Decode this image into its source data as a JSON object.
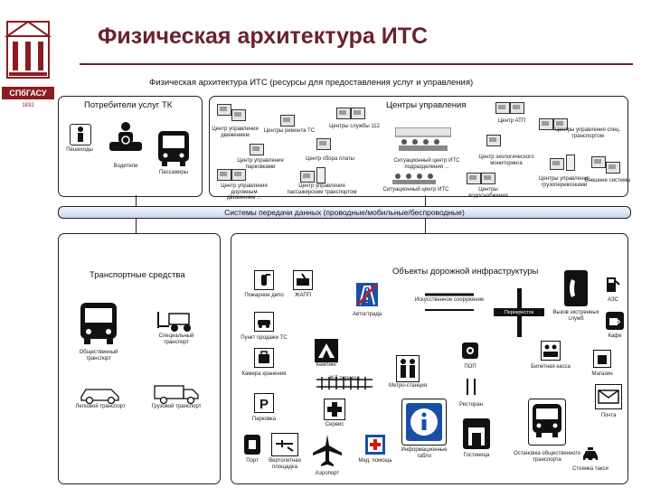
{
  "slide": {
    "title": "Физическая архитектура ИТС",
    "logo_text": "СПбГАСУ",
    "logo_year": "1832"
  },
  "diagram": {
    "header": "Физическая архитектура ИТС (ресурсы для предоставления услуг и управления)",
    "consumers": {
      "title": "Потребители услуг ТК",
      "items": [
        "Пешеходы",
        "Водители",
        "Пассажиры"
      ]
    },
    "centers": {
      "title": "Центры управления",
      "items": [
        "Центр управления движением",
        "Центры ремонта ТС",
        "Центры службы 112",
        "Центр управления парковками",
        "Центр сбора платы",
        "Ситуационный центр ИТС подразделения ...",
        "Центр АТП",
        "Центры управления спец. транспортом",
        "Центр экологического мониторинга",
        "Центр управления дорожным движением ...",
        "Центр управления пассажирским транспортом",
        "Ситуационный центр ИТС ...",
        "Центры водоснабжения",
        "Центры управления грузоперевозками",
        "Внешние системы"
      ]
    },
    "bus_label": "Системы передачи данных (проводные/мобильные/беспроводные)",
    "vehicles": {
      "title": "Транспортные средства",
      "items": [
        "Общественный транспорт",
        "Специальный транспорт",
        "Легковой транспорт",
        "Грузовой транспорт"
      ]
    },
    "infrastructure": {
      "title": "Объекты дорожной инфраструктуры",
      "items": [
        "Пожарное депо",
        "ЖАПП",
        "Автострада",
        "Искусственное сооружение",
        "Перекресток",
        "АЗС",
        "Пункт продажи ТС",
        "Кемпинг",
        "ПОП",
        "Билетная касса",
        "Вызов экстренных служб",
        "Кафе",
        "Камера хранения",
        "ЖД переезд",
        "Метро-станция",
        "Ресторан",
        "Магазин",
        "Почта",
        "Парковка",
        "Сервис",
        "Информационные табло",
        "Гостиница",
        "Остановка общественного транспорта",
        "Порт",
        "Вертолетная площадка",
        "Аэропорт",
        "Мед. помощь",
        "Стоянка такси"
      ]
    }
  }
}
